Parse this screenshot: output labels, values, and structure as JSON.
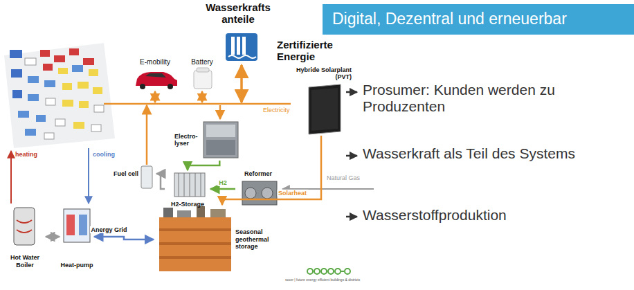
{
  "diagram": {
    "title": "Digital, Dezentral und erneuerbar",
    "nodes": [
      {
        "text": [
          "Wasserkrafts anteile"
        ]
      },
      {
        "text": [
          "E-mobility"
        ]
      },
      {
        "text": [
          "Battery"
        ]
      },
      {
        "text": [
          "Hybride Solarplant (PVT)"
        ]
      },
      {
        "text": [
          "Electro-lyser"
        ]
      },
      {
        "text": [
          "H2-Storage"
        ]
      },
      {
        "text": [
          "Reformer"
        ]
      },
      {
        "text": [
          "Fuel cell"
        ]
      },
      {
        "text": [
          "Hot Water Boiler"
        ]
      },
      {
        "text": [
          "Heat-pump"
        ]
      },
      {
        "text": [
          "Seasonal geothermal storage"
        ]
      }
    ],
    "edges": [
      {
        "from": 6,
        "to": 5,
        "arrow": "to",
        "label": "H2"
      },
      {
        "from": 4,
        "to": 5,
        "arrow": "to"
      },
      {
        "from": 5,
        "to": 7,
        "arrow": "to"
      },
      {
        "from": 9,
        "to": 10,
        "arrow": "both",
        "label": "Anergy Grid"
      },
      {
        "from": 8,
        "to": 9,
        "arrow": "both"
      },
      {
        "from": 3,
        "to": 10,
        "arrow": "to",
        "label": "Solarheat"
      }
    ],
    "labels": [
      "Zertifizierte Energie",
      "Electricity",
      "Natural Gas",
      "heating",
      "cooling",
      "Prosumer: Kunden werden zu Produzenten",
      "Wasserkraft als Teil des Systems",
      "Wasserstoffproduktion",
      "sccer | future energy efficient buildings & districts"
    ]
  }
}
